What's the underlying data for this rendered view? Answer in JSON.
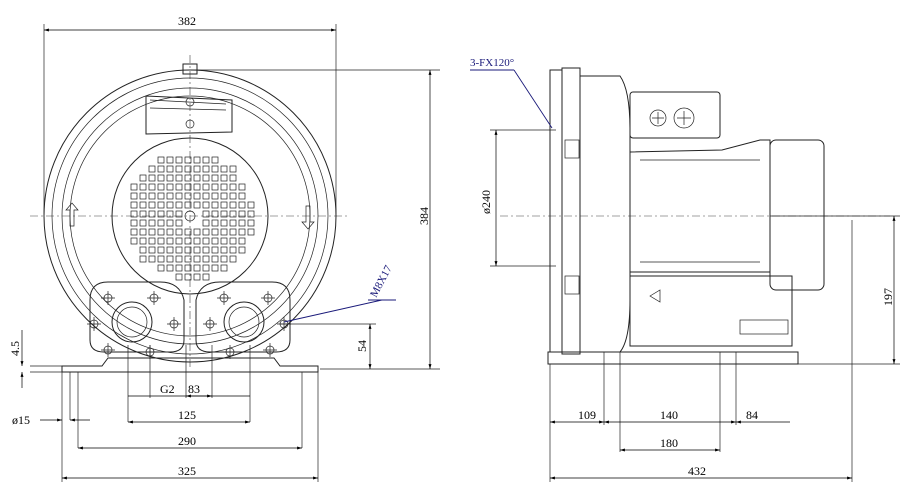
{
  "front_view": {
    "dims": {
      "overall_width": "382",
      "overall_height": "384",
      "foot_thickness": "4.5",
      "outlet_height": "54",
      "foot_hole_dia": "ø15",
      "port_thread": "G2",
      "port_spacing": "83",
      "inner_bolt_span": "125",
      "foot_hole_span": "290",
      "base_width": "325",
      "mount_bolt": "M8X17"
    }
  },
  "side_view": {
    "dims": {
      "flange_bolts": "3-FX120°",
      "flange_dia": "ø240",
      "shaft_height": "197",
      "front_offset": "109",
      "foot_span_a": "140",
      "foot_span_b": "180",
      "rear_offset": "84",
      "overall_length": "432"
    }
  }
}
